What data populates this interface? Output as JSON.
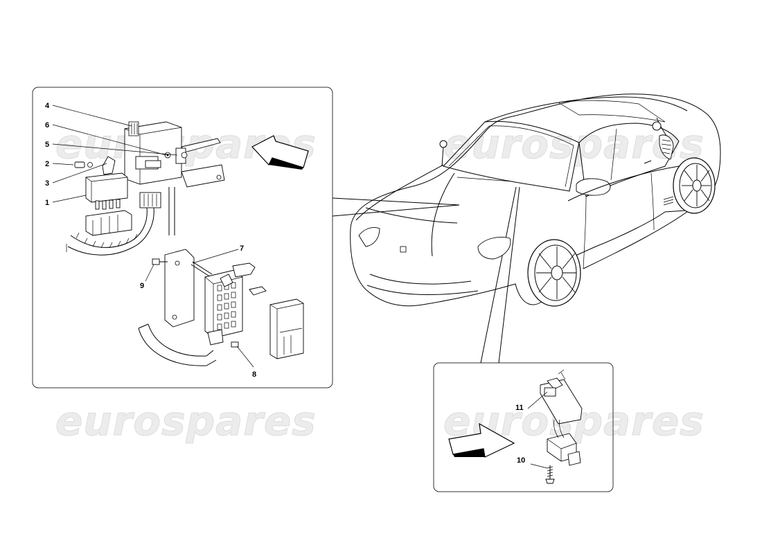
{
  "watermark": "eurospares",
  "callouts": {
    "c1": "1",
    "c2": "2",
    "c3": "3",
    "c4": "4",
    "c5": "5",
    "c6": "6",
    "c7": "7",
    "c8": "8",
    "c9": "9",
    "c10": "10",
    "c11": "11"
  }
}
